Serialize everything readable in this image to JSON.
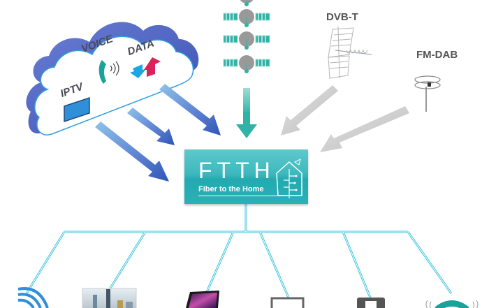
{
  "diagram": {
    "title": "FTTH - Fiber to the Home distribution",
    "cloud": {
      "labels": {
        "iptv": "IPTV",
        "voice": "VOICE",
        "data": "DATA"
      },
      "icons": [
        "tv-icon",
        "phone-icon",
        "data-arrows-icon"
      ]
    },
    "sources": {
      "satellite": {
        "label": "",
        "icon": "satellite-icon"
      },
      "dvbt": {
        "label": "DVB-T",
        "icon": "antenna-icon"
      },
      "fmdab": {
        "label": "FM-DAB",
        "icon": "fm-antenna-icon"
      }
    },
    "hub": {
      "title": "FTTH",
      "subtitle": "Fiber to the Home"
    },
    "endpoints": [
      {
        "name": "wifi",
        "icon": "wifi-icon"
      },
      {
        "name": "tv-screen",
        "icon": "city-tv-icon"
      },
      {
        "name": "laptop",
        "icon": "laptop-icon"
      },
      {
        "name": "monitor",
        "icon": "monitor-icon"
      },
      {
        "name": "ethernet",
        "icon": "ethernet-port-icon"
      },
      {
        "name": "telephone",
        "icon": "telephone-icon"
      }
    ],
    "colors": {
      "cloud_blue": "#4a5fc0",
      "arrow_blue": "#3b5fbf",
      "arrow_teal": "#2fb3a6",
      "arrow_gray": "#c8c8c8",
      "hub_teal": "#35b5ba",
      "fiber_line": "#3ec5e0",
      "phone_teal": "#1aa39a",
      "data_blue": "#1aa7e4",
      "data_red": "#d8245a"
    }
  }
}
